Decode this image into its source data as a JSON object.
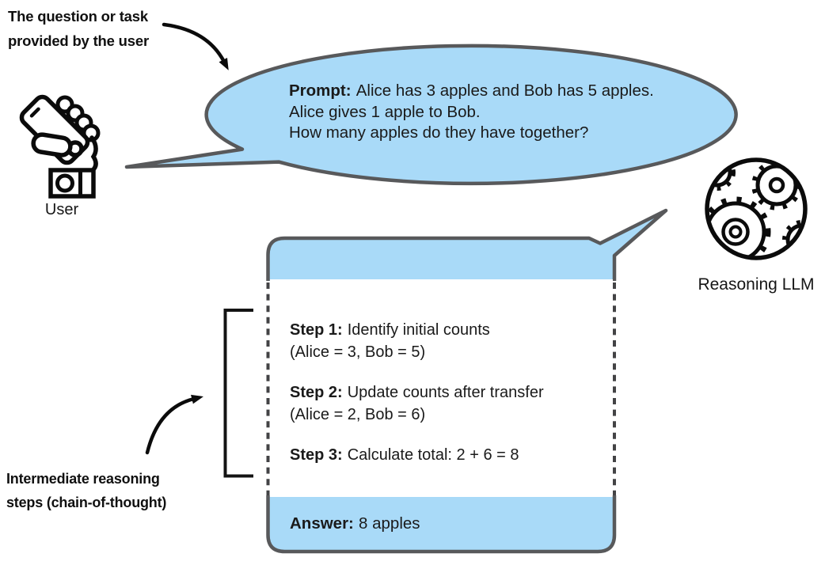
{
  "annotations": {
    "question_line1": "The question or task",
    "question_line2": "provided by the user",
    "cot_line1": "Intermediate reasoning",
    "cot_line2": "steps (chain-of-thought)"
  },
  "actors": {
    "user_label": "User",
    "llm_label": "Reasoning LLM"
  },
  "icons": {
    "user_icon": "hand-holding-phone-icon",
    "llm_icon": "gears-in-circle-icon"
  },
  "prompt_bubble": {
    "label": "Prompt:",
    "line1": "Alice has 3 apples and Bob has 5 apples.",
    "line2": "Alice gives 1 apple to Bob.",
    "line3": "How many apples do they have together?"
  },
  "response_box": {
    "steps": [
      {
        "label": "Step 1:",
        "text": "Identify initial counts",
        "detail": "(Alice = 3, Bob = 5)"
      },
      {
        "label": "Step 2:",
        "text": "Update counts after transfer",
        "detail": "(Alice = 2, Bob = 6)"
      },
      {
        "label": "Step 3:",
        "text": "Calculate total: 2 + 6 = 8",
        "detail": ""
      }
    ],
    "answer_label": "Answer:",
    "answer_text": "8 apples"
  },
  "colors": {
    "bubble_fill": "#A9DAF8",
    "bubble_border": "#58595B",
    "dash_border": "#434345",
    "ink": "#0B0B0B"
  }
}
